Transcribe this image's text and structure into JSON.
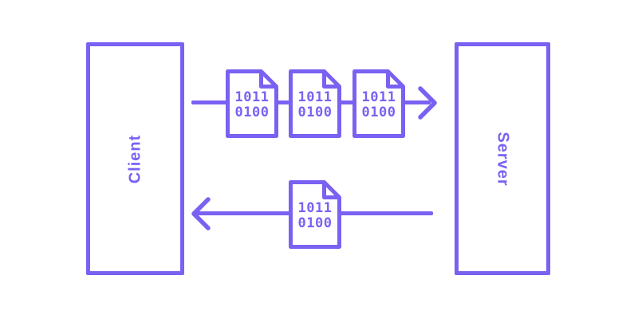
{
  "colors": {
    "accent": "#7B61F2",
    "background": "#FFFFFF",
    "document_fill": "#FFFFFF"
  },
  "nodes": {
    "client": {
      "label": "Client"
    },
    "server": {
      "label": "Server"
    }
  },
  "flows": {
    "request": {
      "from": "Client",
      "to": "Server",
      "documents": [
        {
          "line1": "1011",
          "line2": "0100"
        },
        {
          "line1": "1011",
          "line2": "0100"
        },
        {
          "line1": "1011",
          "line2": "0100"
        }
      ]
    },
    "response": {
      "from": "Server",
      "to": "Client",
      "documents": [
        {
          "line1": "1011",
          "line2": "0100"
        }
      ]
    }
  }
}
